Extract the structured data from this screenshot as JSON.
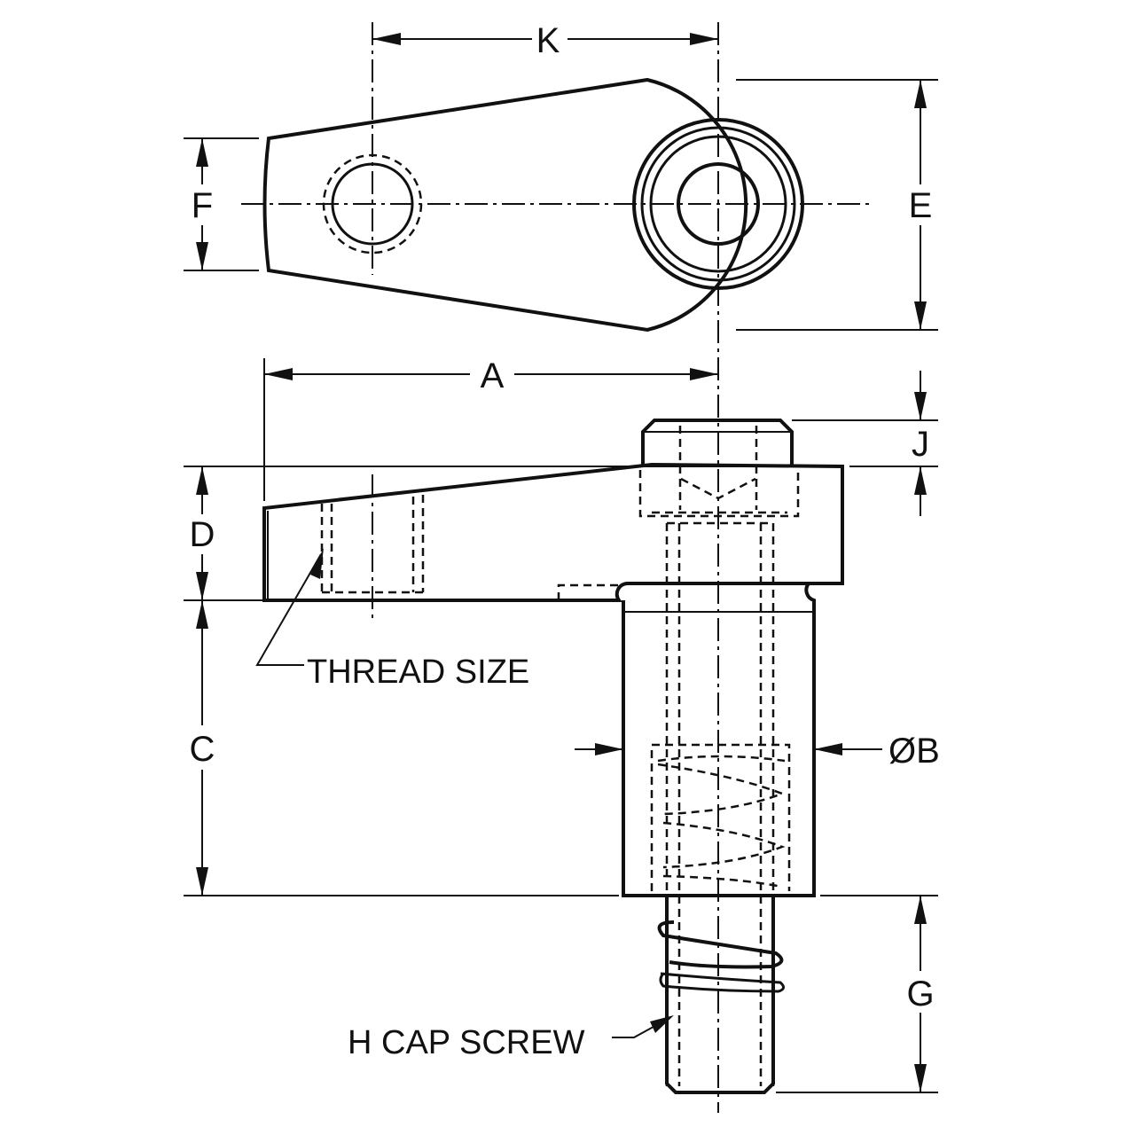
{
  "dimensions": {
    "K": "K",
    "E": "E",
    "F": "F",
    "A": "A",
    "J": "J",
    "D": "D",
    "C": "C",
    "B": "ØB",
    "G": "G"
  },
  "callouts": {
    "thread_size": "THREAD SIZE",
    "h_cap_screw": "H CAP SCREW"
  }
}
